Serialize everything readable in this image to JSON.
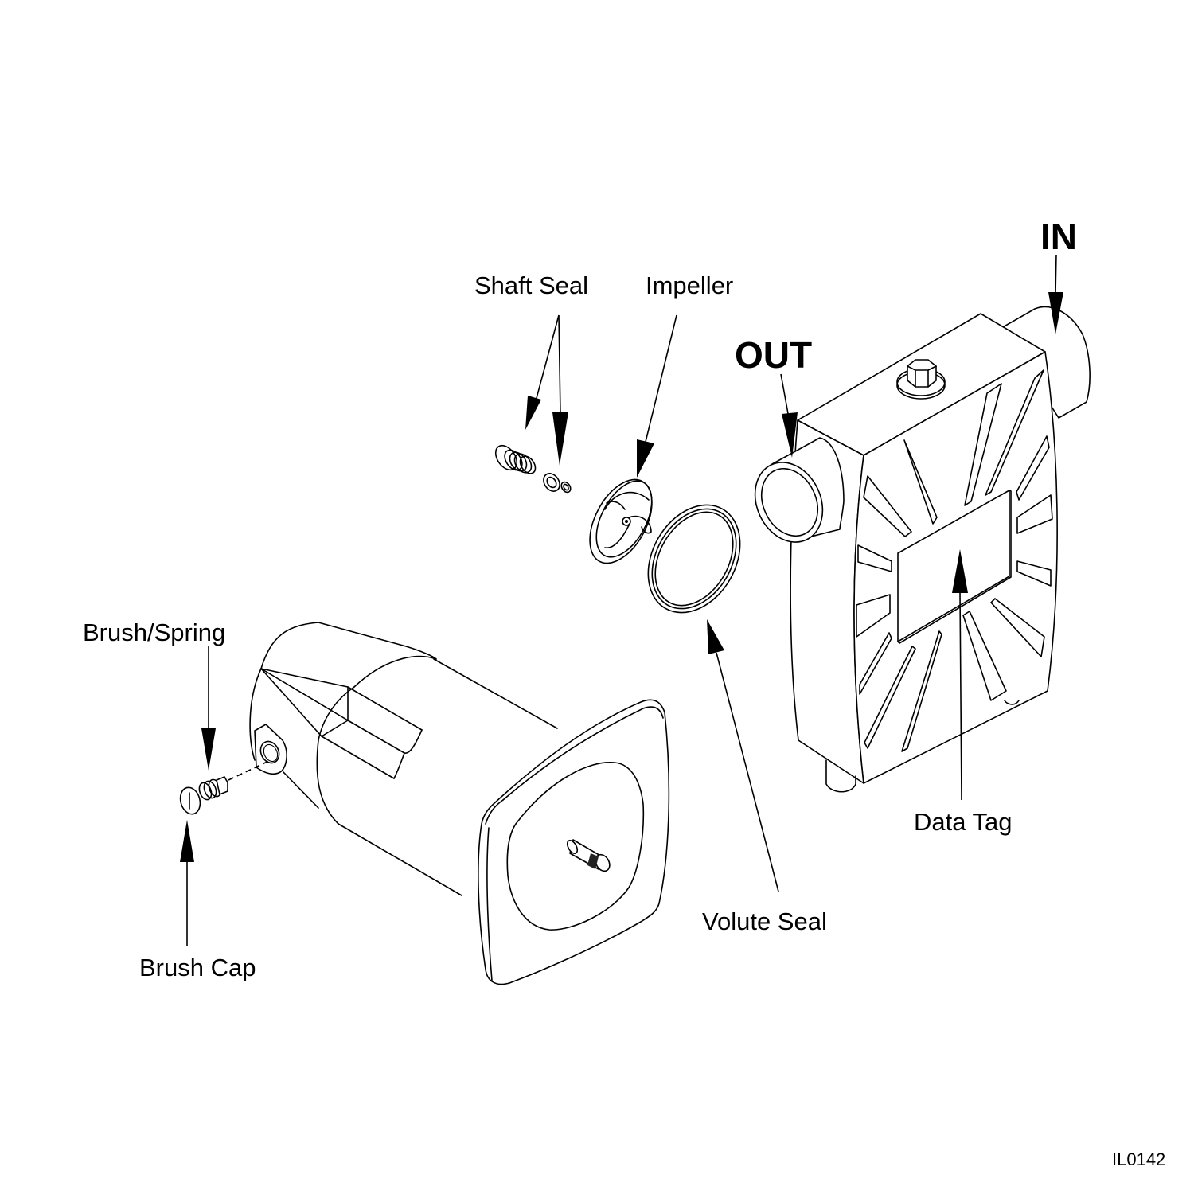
{
  "diagram": {
    "type": "exploded-parts-view",
    "subject": "pump motor and pump head assembly",
    "reference_code": "IL0142",
    "flow_labels": {
      "inlet": "IN",
      "outlet": "OUT"
    },
    "callouts": [
      {
        "id": "shaft-seal",
        "label": "Shaft Seal"
      },
      {
        "id": "impeller",
        "label": "Impeller"
      },
      {
        "id": "brush-spring",
        "label": "Brush/Spring"
      },
      {
        "id": "brush-cap",
        "label": "Brush Cap"
      },
      {
        "id": "volute-seal",
        "label": "Volute Seal"
      },
      {
        "id": "data-tag",
        "label": "Data Tag"
      }
    ]
  }
}
